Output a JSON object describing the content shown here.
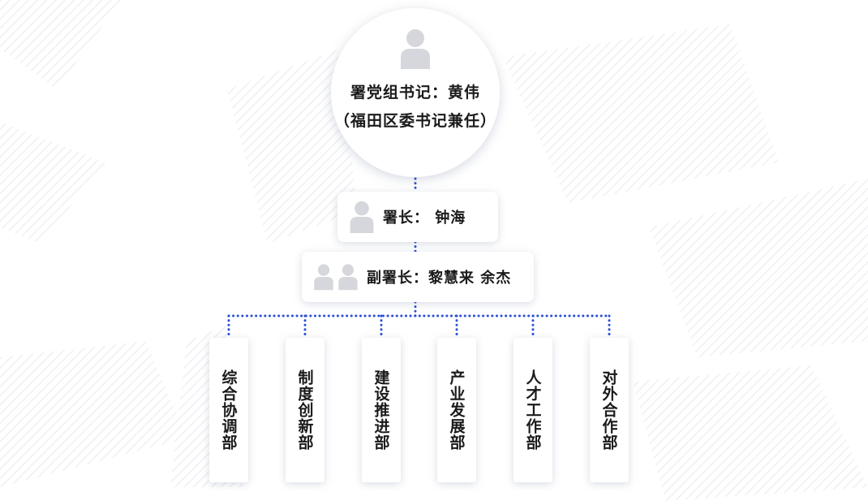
{
  "secretary": {
    "line1": "署党组书记：黄伟",
    "line2": "（福田区委书记兼任）",
    "avatar_icon": "person-icon"
  },
  "director": {
    "label": "署长： 钟海",
    "avatar_icon": "person-icon"
  },
  "deputy": {
    "label": "副署长：黎慧来 余杰",
    "avatar_icon": "person-icon"
  },
  "departments": [
    "综合协调部",
    "制度创新部",
    "建设推进部",
    "产业发展部",
    "人才工作部",
    "对外合作部"
  ],
  "colors": {
    "connector": "#2a4fd6",
    "avatar": "#d5d7dc",
    "background_pattern": "#eef0f3"
  }
}
